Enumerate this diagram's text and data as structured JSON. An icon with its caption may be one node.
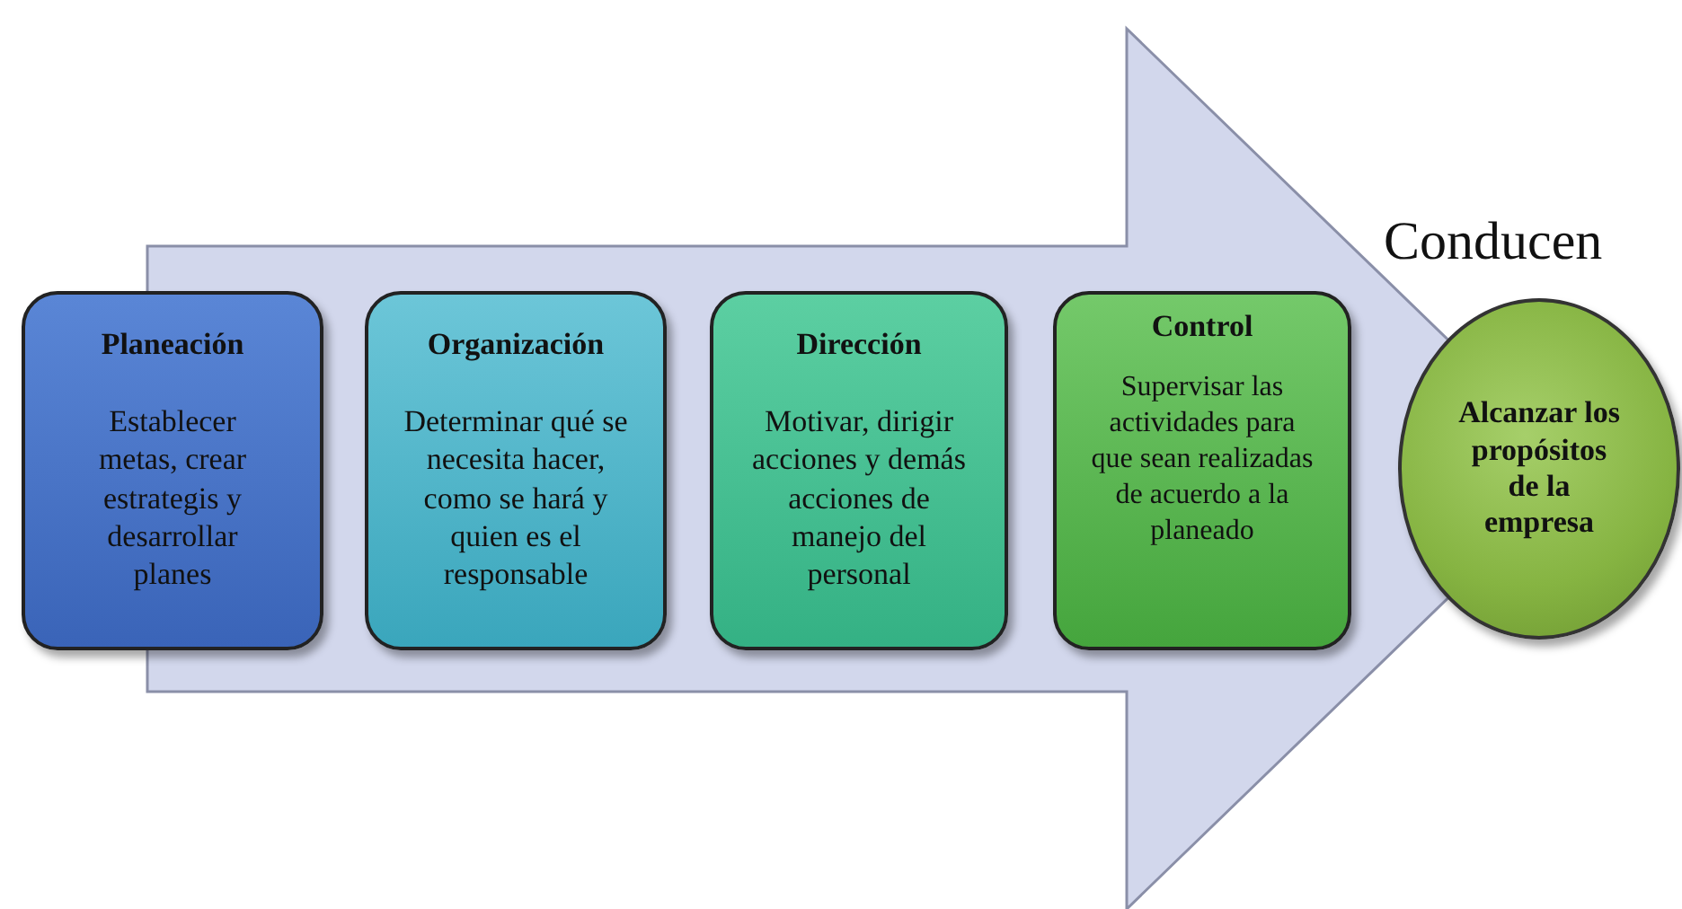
{
  "diagram": {
    "nodes": [
      {
        "text": [
          "Planeación",
          "Establecer metas, crear estrategis y desarrollar planes"
        ]
      },
      {
        "text": [
          "Organización",
          "Determinar qué se necesita hacer, como se hará y quien es el responsable"
        ]
      },
      {
        "text": [
          "Dirección",
          "Motivar, dirigir acciones y demás acciones de manejo del personal"
        ]
      },
      {
        "text": [
          "Control",
          "Supervisar las actividades para que sean realizadas de acuerdo a la planeado"
        ]
      },
      {
        "text": [
          "Alcanzar los propósitos de la empresa"
        ]
      }
    ],
    "edges": [
      {
        "from": 0,
        "to": 4,
        "arrow": "to",
        "style": "thick"
      }
    ],
    "labels": [
      "Conducen"
    ]
  }
}
